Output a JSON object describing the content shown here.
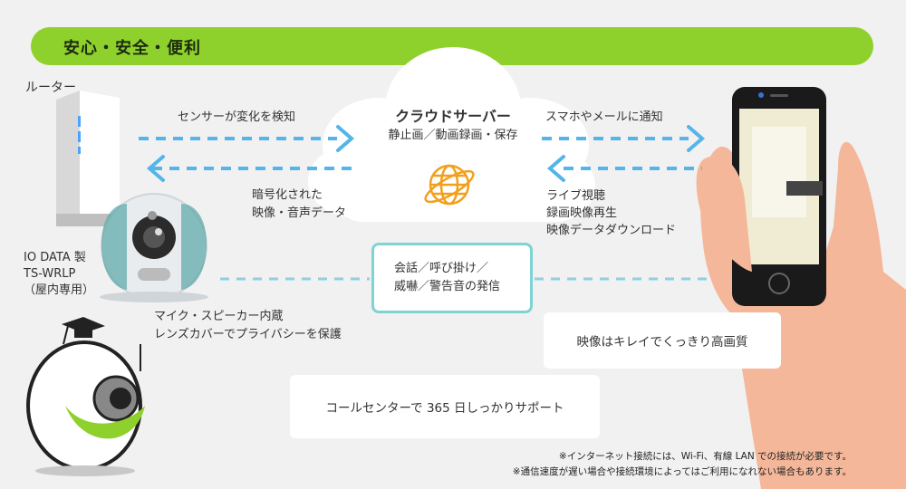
{
  "banner": {
    "title": "安心・安全・便利"
  },
  "router": {
    "label": "ルーター"
  },
  "camera": {
    "maker": "IO DATA 製",
    "model": "TS-WRLP",
    "note": "（屋内専用）"
  },
  "cloud": {
    "title": "クラウドサーバー",
    "subtitle": "静止画／動画録画・保存"
  },
  "flows": {
    "sensor": "センサーが変化を検知",
    "encrypted_1": "暗号化された",
    "encrypted_2": "映像・音声データ",
    "notify": "スマホやメールに通知",
    "live_1": "ライブ視聴",
    "live_2": "録画映像再生",
    "live_3": "映像データダウンロード"
  },
  "talk_box": {
    "line1": "会話／呼び掛け／",
    "line2": "威嚇／警告音の発信"
  },
  "features": {
    "mic_1": "マイク・スピーカー内蔵",
    "mic_2": "レンズカバーでプライバシーを保護",
    "quality": "映像はキレイでくっきり高画質",
    "support": "コールセンターで 365 日しっかりサポート"
  },
  "footnotes": [
    "※インターネット接続には、Wi-Fi、有線 LAN での接続が必要です。",
    "※通信速度が遅い場合や接続環境によってはご利用になれない場合もあります。"
  ],
  "colors": {
    "banner": "#8fd12c",
    "arrow": "#54b5ea",
    "teal": "#7fd3d3",
    "globe": "#f2a01c",
    "skin": "#f5b79a"
  }
}
